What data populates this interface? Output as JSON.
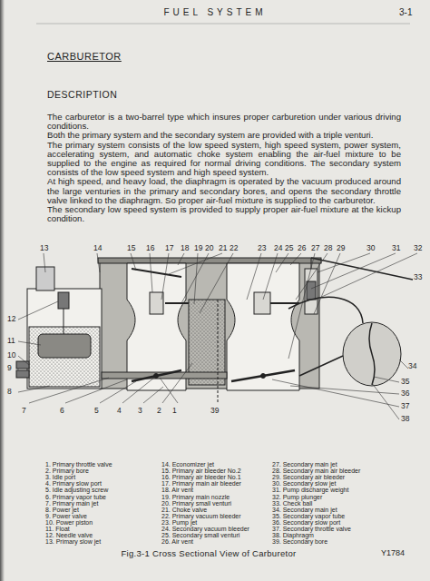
{
  "diagram": {
    "title": "CARBURETOR",
    "caption": "Fig.3-1 Cross Sectional View of Carburetor",
    "labels": [
      "FUEL SYSTEM",
      "3-1",
      "DESCRIPTION",
      "The carburetor is a two-barrel type which insures proper carburetion under various driving conditions.",
      "Both the primary system and the secondary system are provided with a triple venturi.",
      "The primary system consists of the low speed system, high speed system, power system, accelerating system, and automatic choke system enabling the air-fuel mixture to be supplied to the engine as required for normal driving conditions. The secondary system consists of the low speed system and high speed system.",
      "At high speed, and heavy load, the diaphragm is operated by the vacuum produced around the large venturies in the primary and secondary bores, and opens the secondary throttle valve linked to the diaphragm. So proper air-fuel mixture is supplied to the carburetor.",
      "The secondary low speed system is provided to supply proper air-fuel mixture at the kickup condition.",
      "13",
      "14",
      "15",
      "16",
      "17",
      "18",
      "19",
      "20",
      "21",
      "22",
      "23",
      "24",
      "25",
      "26",
      "27",
      "28",
      "29",
      "30",
      "31",
      "32",
      "12",
      "11",
      "10",
      "9",
      "8",
      "33",
      "34",
      "35",
      "36",
      "37",
      "38",
      "7",
      "6",
      "5",
      "4",
      "3",
      "2",
      "1",
      "39",
      "1. Primary throttle valve",
      "2. Primary bore",
      "3. Idle port",
      "4. Primary slow port",
      "5. Idle adjusting screw",
      "6. Primary vapor tube",
      "7. Primary main jet",
      "8. Power jet",
      "9. Power valve",
      "10. Power piston",
      "11. Float",
      "12. Needle valve",
      "13. Primary slow jet",
      "14. Economizer jet",
      "15. Primary air bleeder No.2",
      "16. Primary air bleeder No.1",
      "17. Primary main air bleeder",
      "18. Air vent",
      "19. Primary main nozzle",
      "20. Primary small venturi",
      "21. Choke valve",
      "22. Primary vacuum bleeder",
      "23. Pump jet",
      "24. Secondary vacuum bleeder",
      "25. Secondary small venturi",
      "26. Air vent",
      "27. Secondary main jet",
      "28. Secondary main air bleeder",
      "29. Secondary air bleeder",
      "30. Secondary slow jet",
      "31. Pump discharge weight",
      "32. Pump plunger",
      "33. Check ball",
      "34. Secondary main jet",
      "35. Secondary vapor tube",
      "36. Secondary slow port",
      "37. Secondary throttle valve",
      "38. Diaphragm",
      "39. Secondary bore",
      "Y1784"
    ]
  }
}
